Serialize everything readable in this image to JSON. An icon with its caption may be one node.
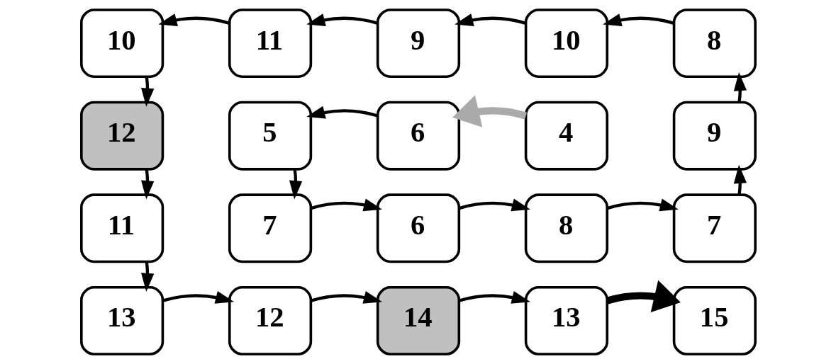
{
  "diagram": {
    "nodes": [
      {
        "text": [
          "10"
        ]
      },
      {
        "text": [
          "11"
        ]
      },
      {
        "text": [
          "9"
        ]
      },
      {
        "text": [
          "10"
        ]
      },
      {
        "text": [
          "8"
        ]
      },
      {
        "text": [
          "12"
        ]
      },
      {
        "text": [
          "5"
        ]
      },
      {
        "text": [
          "6"
        ]
      },
      {
        "text": [
          "4"
        ]
      },
      {
        "text": [
          "9"
        ]
      },
      {
        "text": [
          "11"
        ]
      },
      {
        "text": [
          "7"
        ]
      },
      {
        "text": [
          "6"
        ]
      },
      {
        "text": [
          "8"
        ]
      },
      {
        "text": [
          "7"
        ]
      },
      {
        "text": [
          "13"
        ]
      },
      {
        "text": [
          "12"
        ]
      },
      {
        "text": [
          "14"
        ]
      },
      {
        "text": [
          "13"
        ]
      },
      {
        "text": [
          "15"
        ]
      }
    ],
    "edges": [
      {
        "from": 4,
        "to": 3,
        "arrow": "to"
      },
      {
        "from": 3,
        "to": 2,
        "arrow": "to"
      },
      {
        "from": 2,
        "to": 1,
        "arrow": "to"
      },
      {
        "from": 1,
        "to": 0,
        "arrow": "to"
      },
      {
        "from": 0,
        "to": 5,
        "arrow": "to"
      },
      {
        "from": 5,
        "to": 10,
        "arrow": "to"
      },
      {
        "from": 10,
        "to": 15,
        "arrow": "to"
      },
      {
        "from": 15,
        "to": 16,
        "arrow": "to"
      },
      {
        "from": 16,
        "to": 17,
        "arrow": "to"
      },
      {
        "from": 17,
        "to": 18,
        "arrow": "to"
      },
      {
        "from": 18,
        "to": 19,
        "arrow": "to",
        "style": "thick"
      },
      {
        "from": 6,
        "to": 11,
        "arrow": "to"
      },
      {
        "from": 11,
        "to": 12,
        "arrow": "to"
      },
      {
        "from": 12,
        "to": 13,
        "arrow": "to"
      },
      {
        "from": 13,
        "to": 14,
        "arrow": "to"
      },
      {
        "from": 14,
        "to": 9,
        "arrow": "to"
      },
      {
        "from": 9,
        "to": 4,
        "arrow": "to"
      },
      {
        "from": 7,
        "to": 6,
        "arrow": "to"
      },
      {
        "from": 8,
        "to": 7,
        "arrow": "to",
        "style": "thick",
        "color": "#aaaaaa"
      }
    ]
  }
}
